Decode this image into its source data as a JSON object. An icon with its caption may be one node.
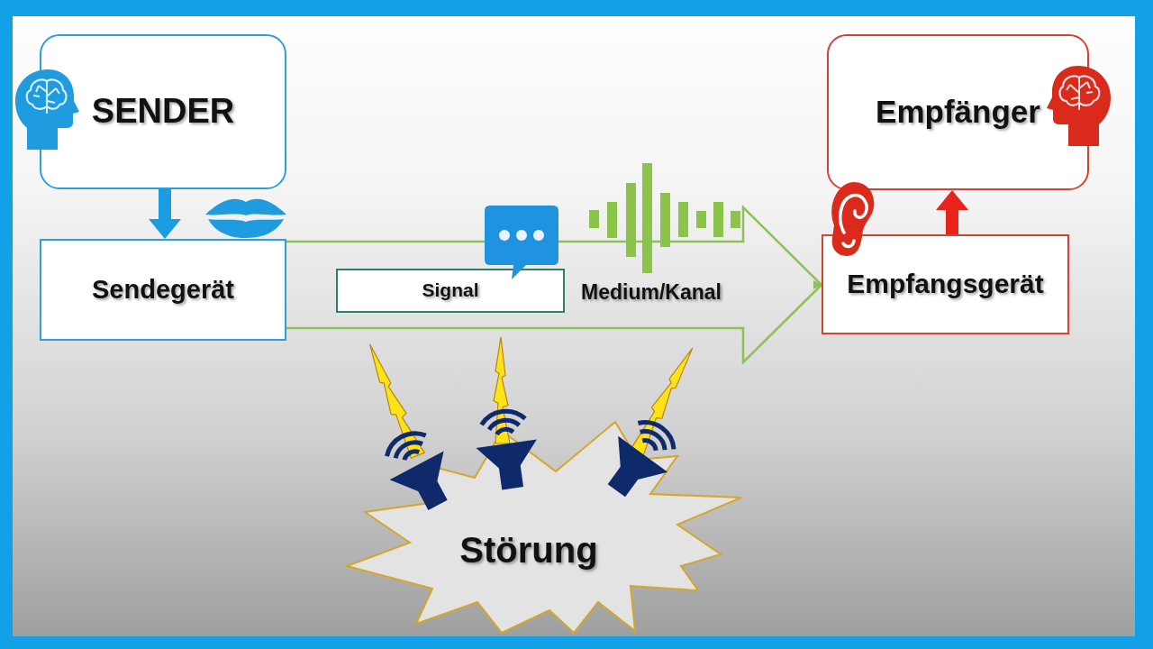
{
  "diagram": {
    "nodes": [
      {
        "text": [
          "SENDER"
        ]
      },
      {
        "text": [
          "Sendegerät"
        ]
      },
      {
        "text": [
          "Signal"
        ]
      },
      {
        "text": [
          "Empfänger"
        ]
      },
      {
        "text": [
          "Empfangsgerät"
        ]
      },
      {
        "text": [
          "Störung"
        ]
      }
    ],
    "edges": [
      {
        "from": 0,
        "to": 1,
        "arrow": "to",
        "color": "#1a9de0"
      },
      {
        "from": 1,
        "to": 4,
        "arrow": "to",
        "label": "Medium/Kanal",
        "color": "#8dc257"
      },
      {
        "from": 4,
        "to": 3,
        "arrow": "to",
        "color": "#e8231a"
      }
    ]
  }
}
